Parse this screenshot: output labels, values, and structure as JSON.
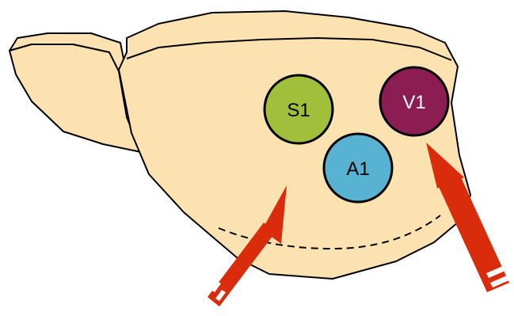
{
  "colors": {
    "brain_fill": "#fde2b1",
    "outline": "#000000",
    "arrow": "#d92c0d",
    "arrow_stripe": "#ffffff"
  },
  "areas": [
    {
      "id": "s1",
      "label": "S1",
      "color": "#a1bf3a"
    },
    {
      "id": "v1",
      "label": "V1",
      "color": "#8c1d52"
    },
    {
      "id": "a1",
      "label": "A1",
      "color": "#58b3d3"
    }
  ],
  "arrow_count": 2
}
